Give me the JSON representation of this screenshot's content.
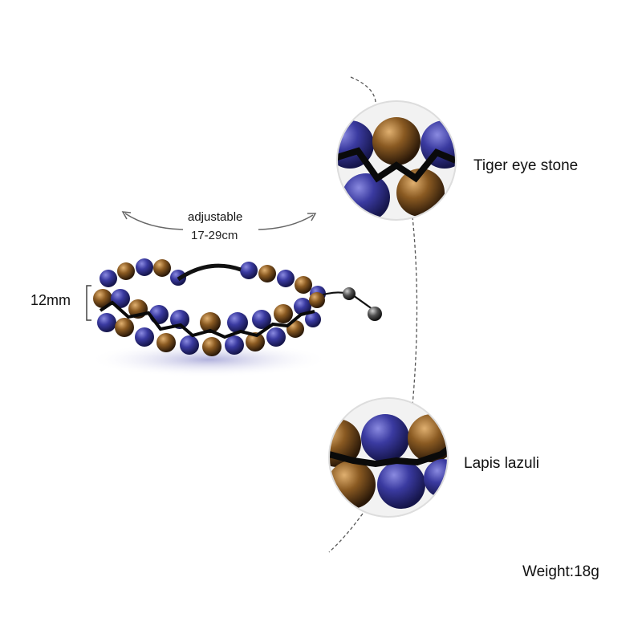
{
  "adjustable": {
    "label": "adjustable",
    "range": "17-29cm"
  },
  "bead_width": "12mm",
  "callouts": {
    "tiger_eye": "Tiger eye stone",
    "lapis": "Lapis lazuli"
  },
  "weight": "Weight:18g",
  "colors": {
    "lapis": "#3a3a9a",
    "tiger_eye": "#8a5a22",
    "cord": "#111111",
    "guide": "#666666"
  }
}
